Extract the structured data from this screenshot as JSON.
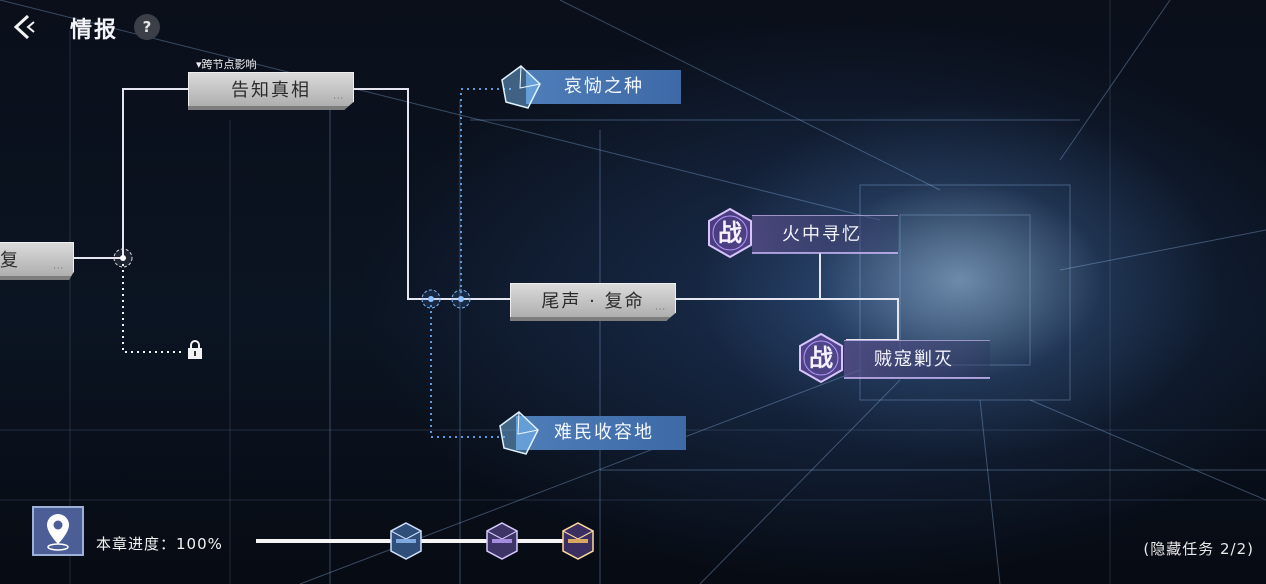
{
  "header": {
    "title": "情报",
    "help_glyph": "?"
  },
  "nodes": {
    "left_partial": {
      "label": "复"
    },
    "truth": {
      "label": "告知真相",
      "tag": "▾跨节点影响",
      "dots": "···"
    },
    "ending": {
      "label": "尾声 · 复命",
      "dots": "···"
    },
    "seed": {
      "label": "哀恸之种"
    },
    "refuge": {
      "label": "难民收容地"
    },
    "battle_fire": {
      "badge": "战",
      "label": "火中寻忆"
    },
    "battle_bandit": {
      "badge": "战",
      "label": "贼寇剿灭"
    }
  },
  "footer": {
    "progress_label": "本章进度：100%",
    "progress_value": 100,
    "chests": [
      "chest-icon",
      "chest-icon",
      "chest-icon"
    ],
    "hidden_task": "(隐藏任务 2/2)"
  },
  "colors": {
    "blue_node": "#4f7db8",
    "battle_glow": "#c9a8ff",
    "gray_node": "#c8c8c8",
    "connector": "#e6e6f0",
    "dotted": "#5a9ad8"
  }
}
